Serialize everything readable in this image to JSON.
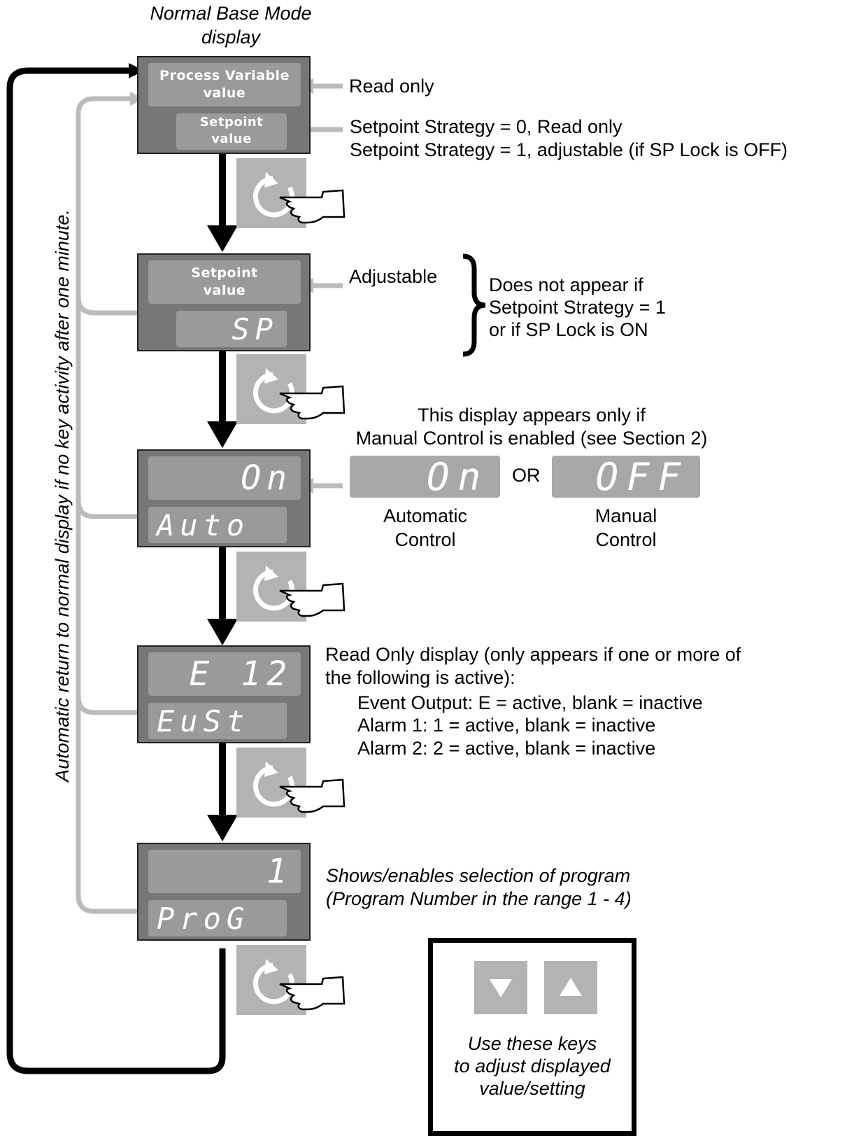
{
  "header": {
    "line1": "Normal Base Mode",
    "line2": "display"
  },
  "return_label": "Automatic return to normal display if no key activity after one minute.",
  "panels": [
    {
      "top": "Process Variable\nvalue",
      "bottom": "Setpoint\nvalue"
    },
    {
      "top": "Setpoint\nvalue",
      "bottom": "SP"
    },
    {
      "top": "On",
      "bottom": "Auto"
    },
    {
      "top": "E 12",
      "bottom": "EuSt"
    },
    {
      "top": "1",
      "bottom": "ProG"
    }
  ],
  "annotations": {
    "read_only": "Read only",
    "strategy_0": "Setpoint Strategy = 0, Read only",
    "strategy_1": "Setpoint Strategy = 1, adjustable (if SP Lock is OFF)",
    "adjustable": "Adjustable",
    "not_appear_1": "Does not appear if",
    "not_appear_2": "Setpoint Strategy = 1",
    "not_appear_3": "or if SP Lock is ON",
    "manual_1": "This display appears only if",
    "manual_2": "Manual Control is enabled (see Section 2)",
    "opt_on": "On",
    "or": "OR",
    "opt_off": "OFF",
    "auto_1": "Automatic",
    "auto_2": "Control",
    "man_1": "Manual",
    "man_2": "Control",
    "ro_1": "Read Only display (only appears if one or more of",
    "ro_2": "the following is active):",
    "ev": "Event Output: E = active, blank = inactive",
    "al1": "Alarm 1: 1 = active, blank = inactive",
    "al2": "Alarm 2: 2 = active, blank = inactive",
    "prog_1": "Shows/enables selection of program",
    "prog_2": "(Program Number in the range 1 - 4)"
  },
  "key_box": {
    "line1": "Use these keys",
    "line2": "to adjust displayed",
    "line3": "value/setting"
  },
  "icons": {
    "cycle": "cycle-key-icon",
    "hand": "pointing-hand-icon",
    "down": "down-arrow-key-icon",
    "up": "up-arrow-key-icon"
  },
  "colors": {
    "panel": "#777777",
    "window": "#9a9a9a",
    "key": "#b3b3b3",
    "gray_line": "#bbbbbb"
  }
}
